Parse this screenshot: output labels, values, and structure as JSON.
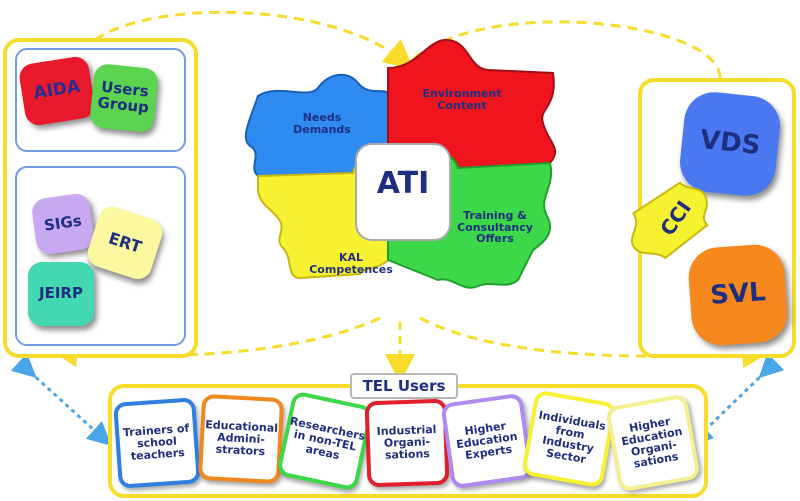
{
  "left_group": {
    "tiles": [
      {
        "label": "AIDA",
        "color": "#e8192c",
        "text_color": "#2a2a90"
      },
      {
        "label": "Users Group",
        "color": "#5dd44f",
        "text_color": "#1f2f80"
      },
      {
        "label": "SIGs",
        "color": "#c8a8f0",
        "text_color": "#1f2f80"
      },
      {
        "label": "ERT",
        "color": "#fbf8a0",
        "text_color": "#1f2f80"
      },
      {
        "label": "JEIRP",
        "color": "#44d8b0",
        "text_color": "#1f2f80"
      }
    ]
  },
  "center_puzzle": {
    "pieces": [
      {
        "label": "Needs Demands",
        "color": "#2f8bf0"
      },
      {
        "label": "Environment Content",
        "color": "#f0141e"
      },
      {
        "label": "KAL Competences",
        "color": "#f7f231"
      },
      {
        "label": "Training & Consultancy Offers",
        "color": "#3dd84a"
      }
    ],
    "core_label": "ATI"
  },
  "right_group": {
    "tiles": [
      {
        "label": "VDS",
        "color": "#4a78f0"
      },
      {
        "label": "SVL",
        "color": "#f7881e"
      }
    ],
    "connector_label": "CCI"
  },
  "tel_users": {
    "title": "TEL Users",
    "tiles": [
      {
        "label": "Trainers of school teachers",
        "border": "#2f7fe0"
      },
      {
        "label": "Educational Admini-strators",
        "border": "#f0881e"
      },
      {
        "label": "Researchers in non-TEL areas",
        "border": "#3dd84a"
      },
      {
        "label": "Industrial Organi-sations",
        "border": "#e01e2c"
      },
      {
        "label": "Higher Education Experts",
        "border": "#b08af0"
      },
      {
        "label": "Individuals from Industry Sector",
        "border": "#f7f231"
      },
      {
        "label": "Higher Education Organi-sations",
        "border": "#f4ef90"
      }
    ]
  },
  "colors": {
    "frame": "#f7dc2c",
    "arrow_blue": "#4aa6e8",
    "text_navy": "#1f2f80"
  }
}
